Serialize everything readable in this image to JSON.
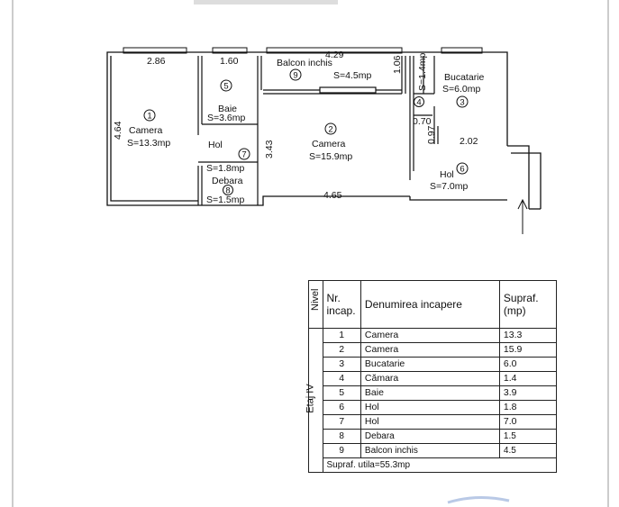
{
  "plan": {
    "rooms": [
      {
        "number": "1",
        "name": "Camera",
        "area": "S=13.3mp"
      },
      {
        "number": "2",
        "name": "Camera",
        "area": "S=15.9mp"
      },
      {
        "number": "3",
        "name": "Bucatarie",
        "area": "S=6.0mp"
      },
      {
        "number": "4",
        "name": "",
        "area": "S=1.4mp"
      },
      {
        "number": "5",
        "name": "Baie",
        "area": "S=3.6mp"
      },
      {
        "number": "6",
        "name": "Hol",
        "area": "S=7.0mp"
      },
      {
        "number": "7",
        "name": "Hol",
        "area": "S=1.8mp"
      },
      {
        "number": "8",
        "name": "Debara",
        "area": "S=1.5mp"
      },
      {
        "number": "9",
        "name": "Balcon  inchis",
        "area": "S=4.5mp"
      }
    ],
    "dimensions": {
      "d286": "2.86",
      "d160": "1.60",
      "d429": "4.29",
      "d106": "1.06",
      "d464": "4.64",
      "d343": "3.43",
      "d465": "4.65",
      "d097": "0.97",
      "d070": "0.70",
      "d202": "2.02"
    }
  },
  "table": {
    "header": {
      "nivel": "Nivel",
      "nr": "Nr. incap.",
      "name": "Denumirea incapere",
      "area": "Supraf. (mp)"
    },
    "floor": "Etaj  IV",
    "rows": [
      {
        "nr": "1",
        "name": "Camera",
        "area": "13.3"
      },
      {
        "nr": "2",
        "name": "Camera",
        "area": "15.9"
      },
      {
        "nr": "3",
        "name": "Bucatarie",
        "area": "6.0"
      },
      {
        "nr": "4",
        "name": "Cămara",
        "area": "1.4"
      },
      {
        "nr": "5",
        "name": "Baie",
        "area": "3.9"
      },
      {
        "nr": "6",
        "name": "Hol",
        "area": "1.8"
      },
      {
        "nr": "7",
        "name": "Hol",
        "area": "7.0"
      },
      {
        "nr": "8",
        "name": "Debara",
        "area": "1.5"
      },
      {
        "nr": "9",
        "name": "Balcon  inchis",
        "area": "4.5"
      }
    ],
    "total": "Supraf. utila=55.3mp"
  }
}
